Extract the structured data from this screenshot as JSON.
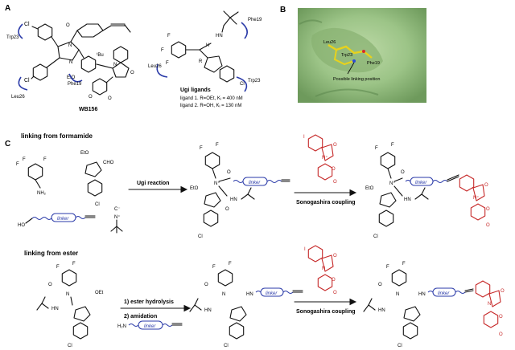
{
  "panel_labels": {
    "a": "A",
    "b": "B",
    "c": "C"
  },
  "panel_a": {
    "left": {
      "name": "WB156",
      "labels": {
        "trp23": "Trp23",
        "leu26": "Leu26",
        "phe19": "Phe19",
        "cl_top": "Cl",
        "cl_bottom": "Cl",
        "tbu": "ᵗBu",
        "eto": "EtO",
        "n": "N",
        "o": "O"
      }
    },
    "right": {
      "title": "Ugi ligands",
      "ligand1": "ligand 1. R=OEt, Kᵢ = 400 nM",
      "ligand2": "ligand 2. R=OH, Kᵢ = 130 nM",
      "labels": {
        "phe19": "Phe19",
        "leu26": "Leu26",
        "trp23": "Trp23",
        "f": "F",
        "cl": "Cl",
        "r": "R",
        "hn": "HN",
        "h": "H"
      }
    }
  },
  "panel_b": {
    "labels": {
      "leu26": "Leu26",
      "trp23": "Trp23",
      "phe19": "Phe19",
      "possible": "Possible linking position"
    }
  },
  "panel_c": {
    "row1": {
      "title": "linking from formamide",
      "reaction": "Ugi reaction",
      "coupling": "Sonogashira coupling",
      "linker": "linker",
      "labels": {
        "nh2": "NH₂",
        "cho": "CHO",
        "eto": "EtO",
        "ho": "HO",
        "c": "C⁻",
        "n": "N⁺",
        "i": "I",
        "cl": "Cl",
        "f": "F",
        "o": "O",
        "hn": "HN"
      }
    },
    "row2": {
      "title": "linking from ester",
      "step1": "1) ester hydrolysis",
      "step2": "2) amidation",
      "coupling": "Sonogashira coupling",
      "linker": "linker",
      "labels": {
        "h2n": "H₂N",
        "oet": "OEt",
        "i": "I",
        "cl": "Cl",
        "f": "F",
        "o": "O",
        "hn": "HN",
        "n": "N"
      }
    }
  }
}
